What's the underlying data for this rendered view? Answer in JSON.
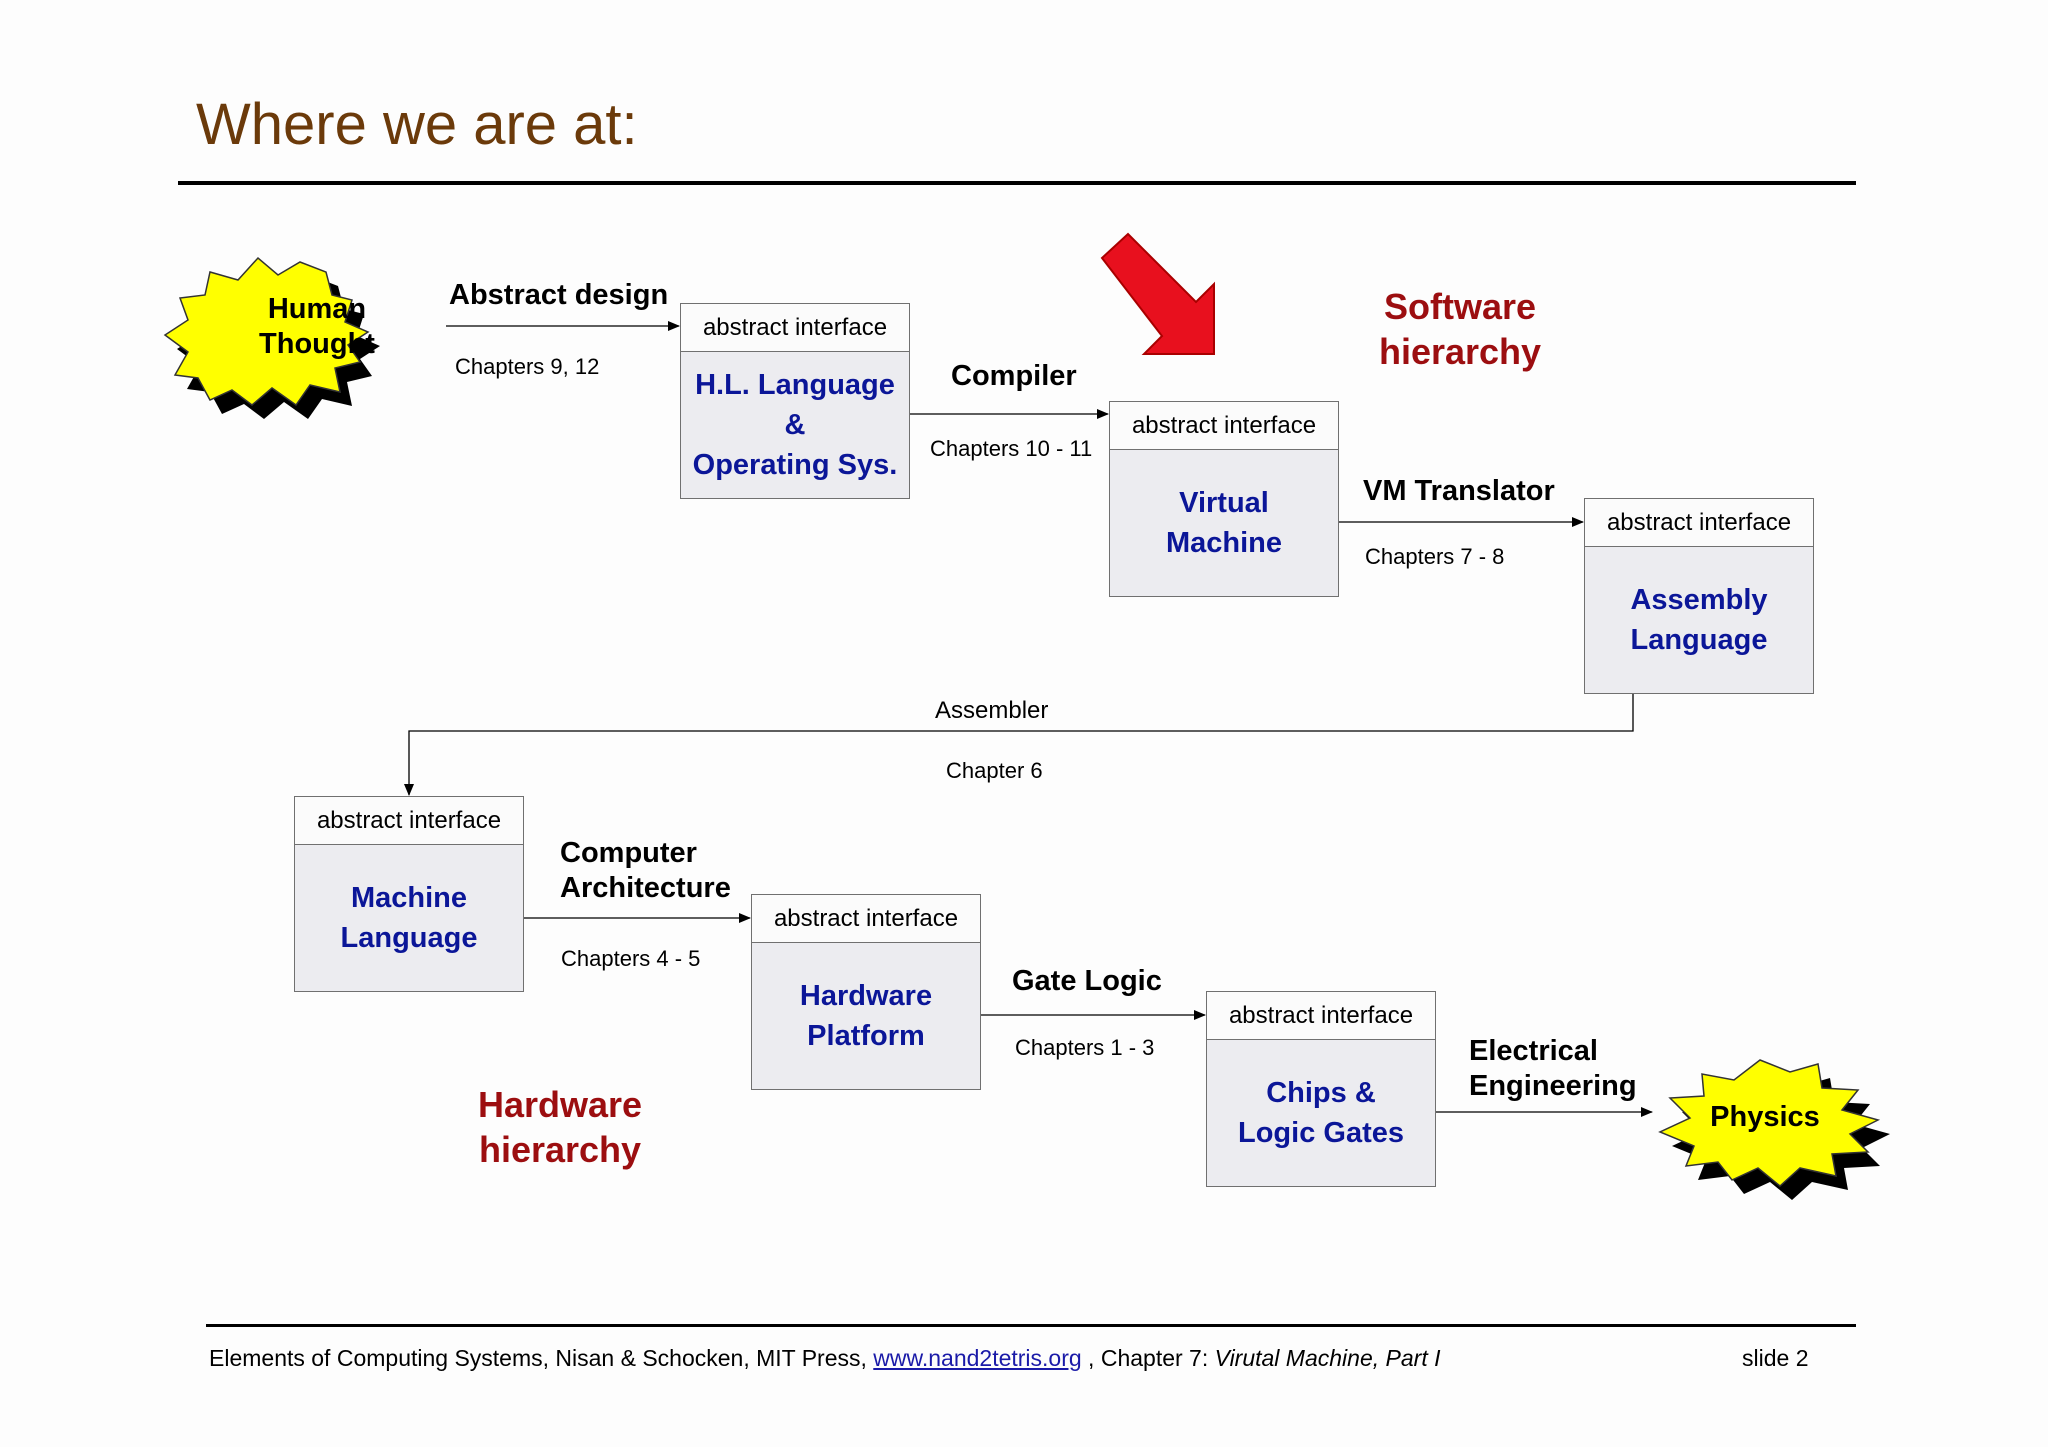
{
  "title": "Where we are at:",
  "hierarchies": {
    "software": "Software\nhierarchy",
    "hardware": "Hardware\nhierarchy"
  },
  "bursts": {
    "human_thought": "Human\nThought",
    "physics": "Physics"
  },
  "boxes": {
    "hl_language": {
      "header": "abstract interface",
      "body": "H.L. Language\n&\nOperating Sys."
    },
    "virtual_machine": {
      "header": "abstract interface",
      "body": "Virtual\nMachine"
    },
    "assembly_language": {
      "header": "abstract interface",
      "body": "Assembly\nLanguage"
    },
    "machine_language": {
      "header": "abstract interface",
      "body": "Machine\nLanguage"
    },
    "hardware_platform": {
      "header": "abstract interface",
      "body": "Hardware\nPlatform"
    },
    "chips_logic_gates": {
      "header": "abstract interface",
      "body": "Chips &\nLogic Gates"
    }
  },
  "transitions": {
    "abstract_design": {
      "label": "Abstract design",
      "chapters": "Chapters 9, 12"
    },
    "compiler": {
      "label": "Compiler",
      "chapters": "Chapters 10 - 11"
    },
    "vm_translator": {
      "label": "VM Translator",
      "chapters": "Chapters 7 - 8"
    },
    "assembler": {
      "label": "Assembler",
      "chapters": "Chapter 6"
    },
    "computer_architecture": {
      "label": "Computer\nArchitecture",
      "chapters": "Chapters  4 - 5"
    },
    "gate_logic": {
      "label": "Gate Logic",
      "chapters": "Chapters  1 - 3"
    },
    "electrical_engineering": {
      "label": "Electrical\nEngineering"
    }
  },
  "footer": {
    "prefix": "Elements of Computing Systems, Nisan & Schocken, MIT Press, ",
    "link": "www.nand2tetris.org",
    "middle": " , Chapter 7: ",
    "chapter_title": "Virutal Machine, Part I",
    "slide": "slide 2"
  },
  "colors": {
    "title": "#6b3a0a",
    "box_body_text": "#0b1698",
    "hierarchy_text": "#9c0e10",
    "burst_fill": "#ffff00",
    "pointer_arrow": "#e8101e"
  },
  "icons": {
    "pointer": "red-arrow-icon"
  }
}
